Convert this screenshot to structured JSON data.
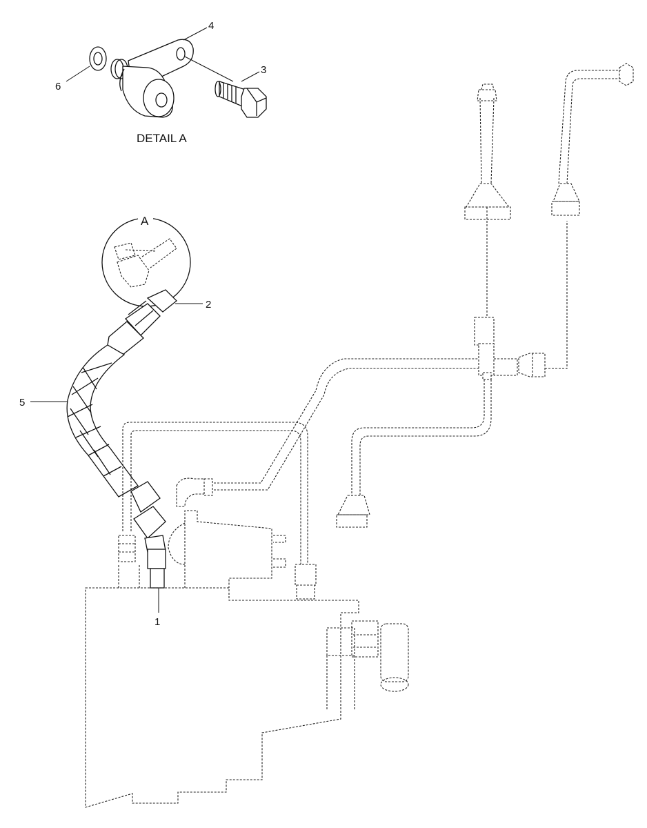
{
  "detail": {
    "title": "DETAIL A",
    "callout_letter": "A"
  },
  "callouts": {
    "c1": "1",
    "c2": "2",
    "c3": "3",
    "c4": "4",
    "c5": "5",
    "c6": "6"
  }
}
